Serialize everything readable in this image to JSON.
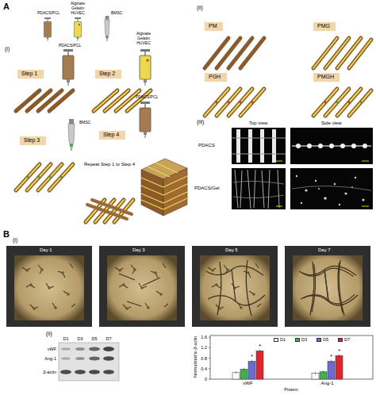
{
  "diagram": {
    "nodes": [
      {
        "text": [
          "Step 1"
        ]
      },
      {
        "text": [
          "Step 2"
        ]
      },
      {
        "text": [
          "Step 3"
        ]
      },
      {
        "text": [
          "Step 4"
        ]
      },
      {
        "text": [
          "PM"
        ]
      },
      {
        "text": [
          "PMG"
        ]
      },
      {
        "text": [
          "PGH"
        ]
      },
      {
        "text": [
          "PMGH"
        ]
      }
    ],
    "labels": [
      "A",
      "(i)",
      "PDACS/PCL",
      "Alginate Gelatin HUVEC",
      "BMSC",
      "PDACS/PCL",
      "Alginate Gelatin HUVEC",
      "BMSC",
      "PDACS/PCL",
      "Repeat Step 1 to Step 4",
      "(ii)",
      "(iii)",
      "Top view",
      "Side view",
      "PDACS",
      "PDACS/Gel",
      "B",
      "(i)",
      "Day 1",
      "Day 3",
      "Day 5",
      "Day 7",
      "(ii)",
      "D1",
      "D3",
      "D5",
      "D7",
      "vWF",
      "Ang-1",
      "β-actin",
      "Normalized to β-actin",
      "1.6",
      "1.2",
      "0.8",
      "0.4",
      "0",
      "vWF",
      "Ang-1",
      "Protein",
      "*",
      "*",
      "*",
      "*"
    ],
    "legend": [
      {
        "text": "D1",
        "color": "#ffffff"
      },
      {
        "text": "D3",
        "color": "#3cb44b"
      },
      {
        "text": "D5",
        "color": "#6b6bd6"
      },
      {
        "text": "D7",
        "color": "#e0252b"
      }
    ]
  }
}
